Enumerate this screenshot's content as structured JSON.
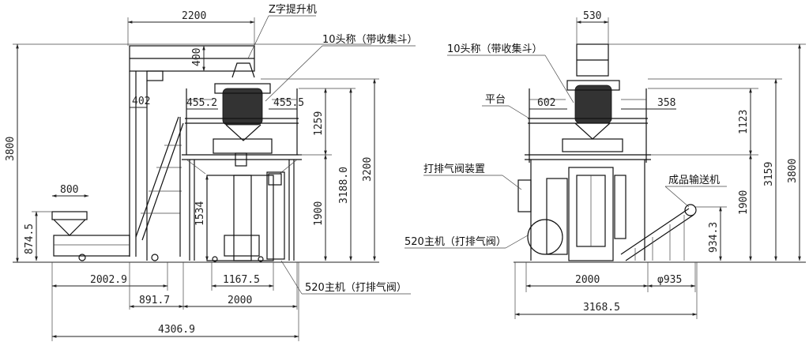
{
  "labels": {
    "z_elevator": "Z字提升机",
    "head10_left": "10头称（带收集斗）",
    "head10_right": "10头称（带收集斗）",
    "platform": "平台",
    "exhaust_device": "打排气阀装置",
    "main520_right": "520主机（打排气阀）",
    "main520_left": "520主机（打排气阀）",
    "output_conveyor": "成品输送机"
  },
  "dims_left": {
    "d2200": "2200",
    "d400": "400",
    "d402": "402",
    "d455a": "455.2",
    "d455b": "455.5",
    "d1259": "1259",
    "d3188": "3188.0",
    "d3200": "3200",
    "d3800": "3800",
    "d1900": "1900",
    "d1534": "1534",
    "d800": "800",
    "d874": "874.5",
    "d2002": "2002.9",
    "d1167": "1167.5",
    "d891": "891.7",
    "d2000": "2000",
    "d4306": "4306.9"
  },
  "dims_right": {
    "d530": "530",
    "d602": "602",
    "d358": "358",
    "d1123": "1123",
    "d3159": "3159",
    "d3800": "3800",
    "d1900": "1900",
    "d934": "934.3",
    "d2000": "2000",
    "d935": "φ935",
    "d3168": "3168.5"
  }
}
